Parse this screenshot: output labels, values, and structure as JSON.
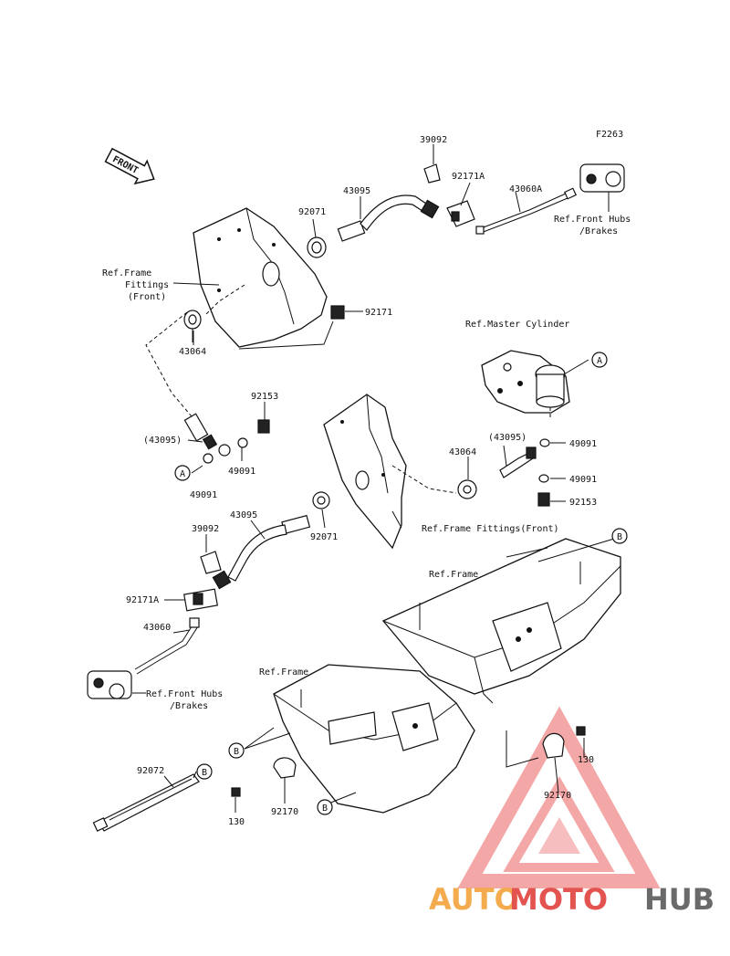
{
  "figure_code": "F2263",
  "front_label": "FRONT",
  "watermark": {
    "part1": "AUTO",
    "part2": "MOTO",
    "part3": "HUB"
  },
  "labels": {
    "p39092_top": "39092",
    "p92171a_top": "92171A",
    "p43095_top": "43095",
    "p43060a": "43060A",
    "p92071_top": "92071",
    "ref_front_hubs_top_1": "Ref.Front Hubs",
    "ref_front_hubs_top_2": "/Brakes",
    "ref_frame_fittings_1": "Ref.Frame",
    "ref_frame_fittings_2": "Fittings",
    "ref_frame_fittings_3": "(Front)",
    "p92171": "92171",
    "p43064_top": "43064",
    "ref_master_cylinder": "Ref.Master Cylinder",
    "callout_a_right": "A",
    "p92153_left": "92153",
    "p43095_paren_left": "(43095)",
    "p49091_mid": "49091",
    "callout_a_left": "A",
    "p49091_left": "49091",
    "p49091_right1": "49091",
    "p43095_paren_right": "(43095)",
    "p43064_right": "43064",
    "p49091_right2": "49091",
    "p92153_right": "92153",
    "p39092_mid": "39092",
    "p43095_mid": "43095",
    "p92071_mid": "92071",
    "ref_frame_fittings_front": "Ref.Frame Fittings(Front)",
    "callout_b_top": "B",
    "ref_frame_top": "Ref.Frame",
    "p92171a_mid": "92171A",
    "p43060": "43060",
    "ref_front_hubs_low_1": "Ref.Front Hubs",
    "ref_front_hubs_low_2": "/Brakes",
    "ref_frame_low": "Ref.Frame",
    "callout_b_left": "B",
    "p130_right": "130",
    "p92072": "92072",
    "callout_b_clamp": "B",
    "p92170_right": "92170",
    "p130_left": "130",
    "p92170_left": "92170",
    "callout_b_bottom": "B"
  }
}
